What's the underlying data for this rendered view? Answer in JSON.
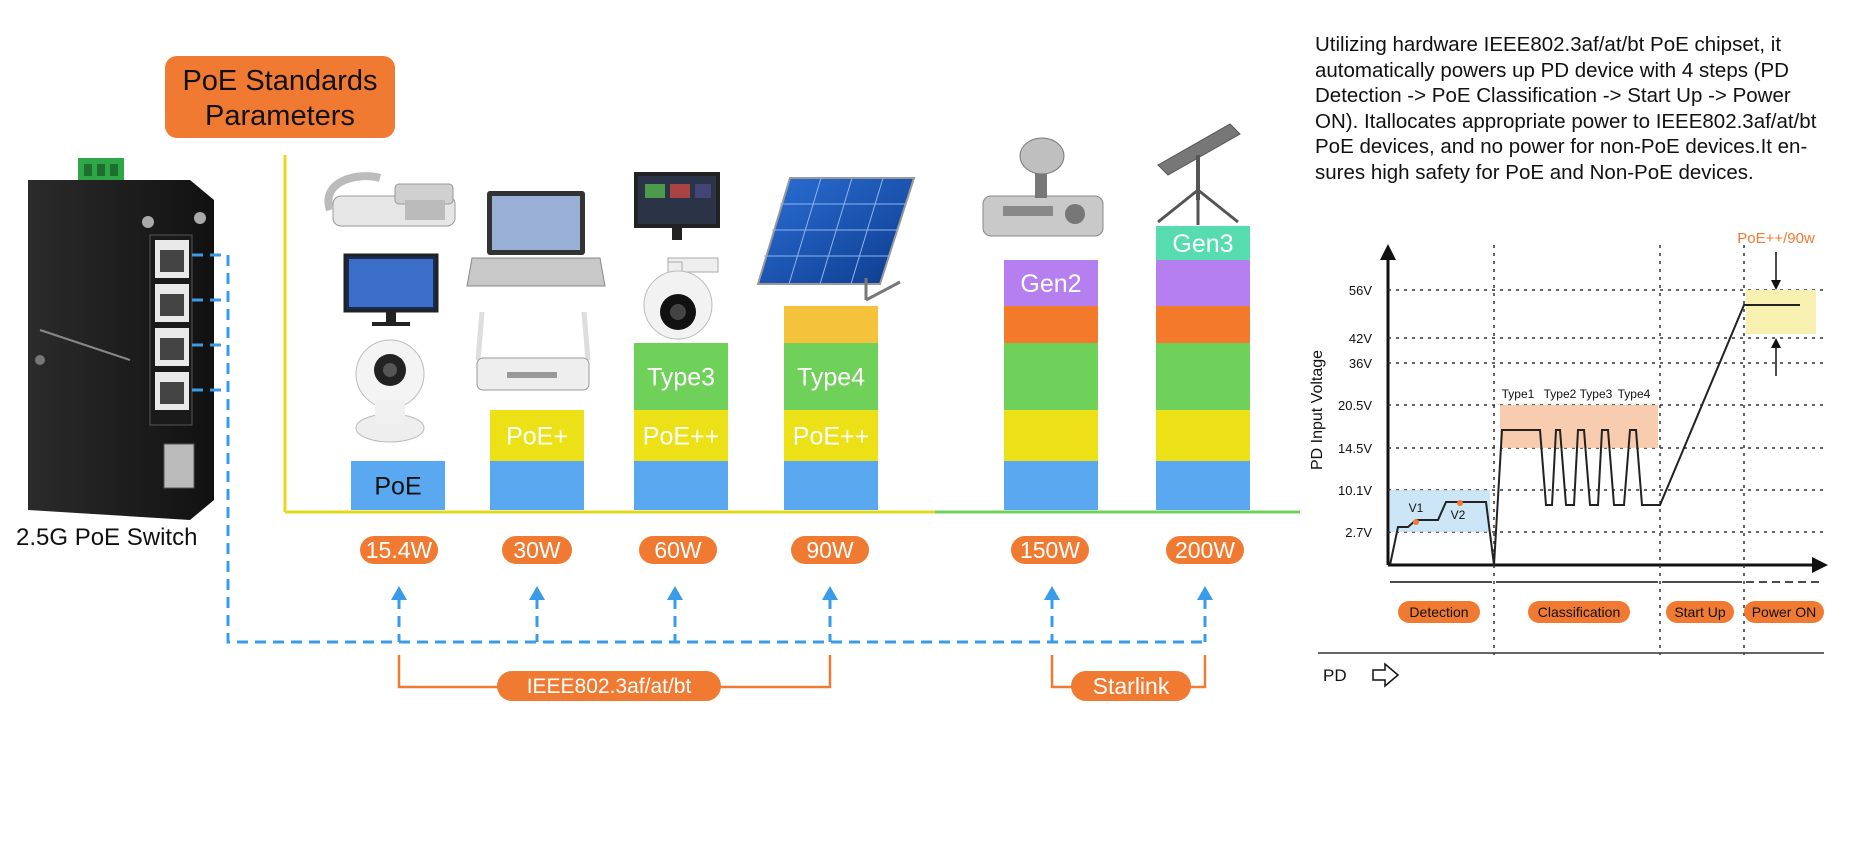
{
  "title": {
    "line1": "PoE Standards",
    "line2": "Parameters"
  },
  "switch_label": "2.5G PoE Switch",
  "description": "Utilizing hardware IEEE802.3af/at/bt PoE chipset, it automatically powers up PD device with 4 steps (PD Detection -> PoE Classification -> Start Up -> Power ON). Itallocates appropriate power to IEEE802.3af/at/bt PoE devices, and no power for non-PoE devices.It ensures high safety for PoE and Non-PoE devices.",
  "description_lines": [
    "Utilizing hardware IEEE802.3af/at/bt PoE chipset, it",
    "automatically powers up PD device with 4 steps (PD",
    "Detection -> PoE Classification -> Start Up -> Power",
    "ON). Itallocates appropriate power to IEEE802.3af/at/bt",
    "PoE devices, and no power for non-PoE devices.It en-",
    "sures high safety for PoE and Non-PoE devices."
  ],
  "colors": {
    "orange": "#f07a32",
    "blue": "#5aa8ef",
    "yellow": "#ece116",
    "green": "#6fd05a",
    "gold": "#f5c23c",
    "red_orange": "#f47a2b",
    "purple": "#b57ff0",
    "teal": "#57dcb0",
    "dash_blue": "#3a9be8"
  },
  "stacks": [
    {
      "power": "15.4W",
      "layers": [
        {
          "color": "blue",
          "label": "PoE"
        }
      ],
      "devices": [
        "ip-camera-icon",
        "monitor-icon",
        "desk-phone-icon"
      ]
    },
    {
      "power": "30W",
      "layers": [
        {
          "color": "blue",
          "label": ""
        },
        {
          "color": "yellow",
          "label": "PoE+"
        }
      ],
      "devices": [
        "wifi-router-icon",
        "laptop-icon"
      ]
    },
    {
      "power": "60W",
      "layers": [
        {
          "color": "blue",
          "label": ""
        },
        {
          "color": "yellow",
          "label": "PoE++"
        },
        {
          "color": "green",
          "label": "Type3"
        }
      ],
      "devices": [
        "ptz-camera-icon",
        "tv-icon"
      ]
    },
    {
      "power": "90W",
      "layers": [
        {
          "color": "blue",
          "label": ""
        },
        {
          "color": "yellow",
          "label": "PoE++"
        },
        {
          "color": "green",
          "label": "Type4"
        },
        {
          "color": "gold",
          "label": ""
        }
      ],
      "devices": [
        "solar-panel-icon"
      ]
    },
    {
      "power": "150W",
      "layers": [
        {
          "color": "blue",
          "label": ""
        },
        {
          "color": "yellow",
          "label": ""
        },
        {
          "color": "green",
          "label": ""
        },
        {
          "color": "red_orange",
          "label": ""
        },
        {
          "color": "purple",
          "label": "Gen2"
        }
      ],
      "devices": [
        "starlink-dish-gen2-icon"
      ]
    },
    {
      "power": "200W",
      "layers": [
        {
          "color": "blue",
          "label": ""
        },
        {
          "color": "yellow",
          "label": ""
        },
        {
          "color": "green",
          "label": ""
        },
        {
          "color": "red_orange",
          "label": ""
        },
        {
          "color": "purple",
          "label": ""
        },
        {
          "color": "teal",
          "label": "Gen3"
        }
      ],
      "devices": [
        "starlink-dish-gen3-icon"
      ]
    }
  ],
  "groups": {
    "ieee": "IEEE802.3af/at/bt",
    "starlink": "Starlink"
  },
  "timing": {
    "y_axis_label": "PD Input Voltage",
    "voltage_ticks": [
      "56V",
      "42V",
      "36V",
      "20.5V",
      "14.5V",
      "10.1V",
      "2.7V"
    ],
    "v1": "V1",
    "v2": "V2",
    "types": [
      "Type1",
      "Type2",
      "Type3",
      "Type4"
    ],
    "peak_label": "PoE++/90w",
    "phases": [
      "Detection",
      "Classification",
      "Start Up",
      "Power ON"
    ],
    "pd_label": "PD"
  }
}
